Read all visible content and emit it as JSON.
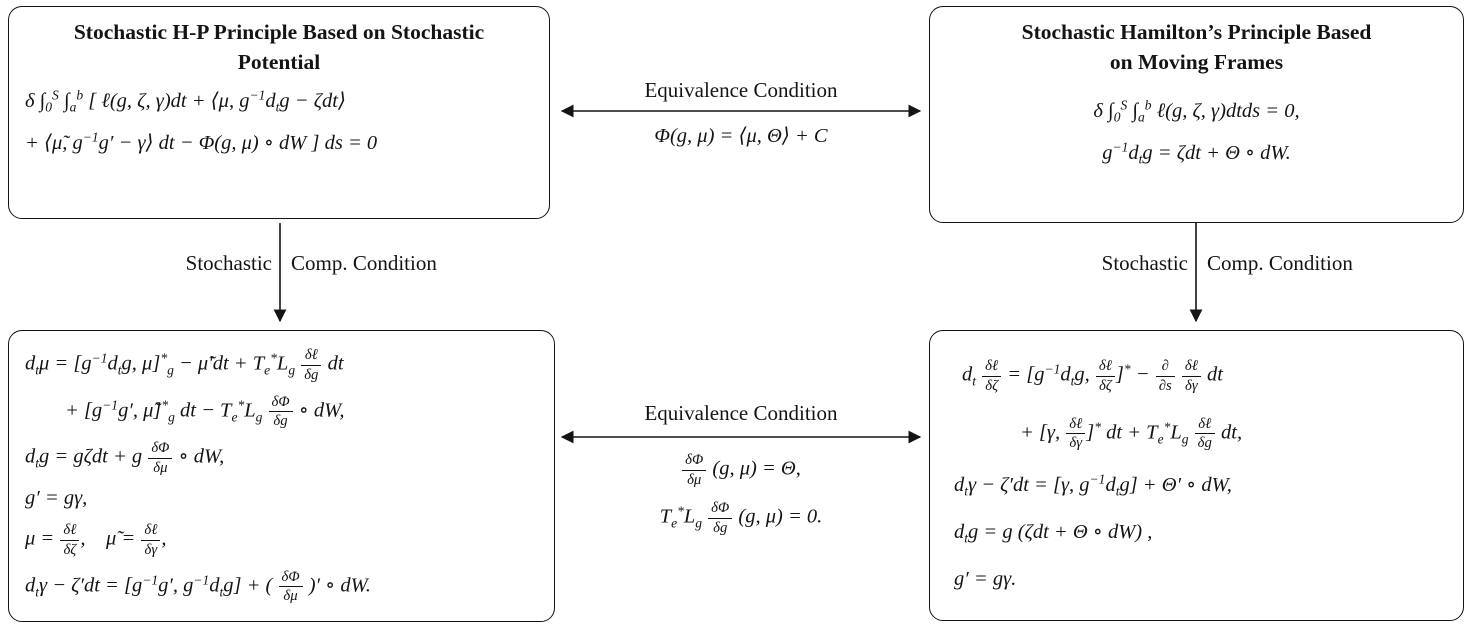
{
  "colors": {
    "ink": "#141414",
    "background": "#ffffff"
  },
  "boxes": {
    "top_left": {
      "title": "Stochastic H-P Principle Based on Stochastic Potential",
      "lines": [
        "δ ∫<sub>0</sub><sup>S</sup> ∫<sub>a</sub><sup>b</sup> [ ℓ(g, ζ, γ)dt + ⟨μ, g<sup>−1</sup>d<sub>t</sub>g − ζdt⟩",
        "+ ⟨μ̃, g<sup>−1</sup>g′ − γ⟩ dt − Φ(g, μ) ∘ dW ] ds = 0"
      ]
    },
    "top_right": {
      "title": "Stochastic Hamilton’s Principle Based on Moving Frames",
      "lines": [
        "δ ∫<sub>0</sub><sup>S</sup> ∫<sub>a</sub><sup>b</sup> ℓ(g, ζ, γ)dtds = 0,",
        "g<sup>−1</sup>d<sub>t</sub>g = ζdt + Θ ∘ dW."
      ]
    },
    "bottom_left": {
      "lines": [
        "d<sub>t</sub>μ = [g<sup>−1</sup>d<sub>t</sub>g, μ]<sup>*</sup><sub>g</sub> − μ̃′dt + T<sub>e</sub><sup>*</sup>L<sub>g</sub> FRAC(δℓ,δg) dt",
        "+ [g<sup>−1</sup>g′, μ̃]<sup>*</sup><sub>g</sub> dt − T<sub>e</sub><sup>*</sup>L<sub>g</sub> FRAC(δΦ,δg) ∘ dW,",
        "d<sub>t</sub>g = gζdt + g FRAC(δΦ,δμ) ∘ dW,",
        "g′ = gγ,",
        "μ = FRAC(δℓ,δζ),&nbsp;&nbsp;&nbsp;&nbsp;μ̃ = FRAC(δℓ,δγ),",
        "d<sub>t</sub>γ − ζ′dt = [g<sup>−1</sup>g′, g<sup>−1</sup>d<sub>t</sub>g] + ( FRAC(δΦ,δμ) )′ ∘ dW."
      ]
    },
    "bottom_right": {
      "lines": [
        "d<sub>t</sub> FRAC(δℓ,δζ) = [g<sup>−1</sup>d<sub>t</sub>g, FRAC(δℓ,δζ)]<sup>*</sup> − FRAC(∂,∂s) FRAC(δℓ,δγ) dt",
        "+ [γ, FRAC(δℓ,δγ)]<sup>*</sup> dt + T<sub>e</sub><sup>*</sup>L<sub>g</sub> FRAC(δℓ,δg) dt,",
        "d<sub>t</sub>γ − ζ′dt = [γ, g<sup>−1</sup>d<sub>t</sub>g] + Θ′ ∘ dW,",
        "d<sub>t</sub>g = g (ζdt + Θ ∘ dW) ,",
        "g′ = gγ."
      ]
    }
  },
  "connectors": {
    "top": {
      "label": "Equivalence Condition",
      "condition_lines": [
        "Φ(g, μ) = ⟨μ, Θ⟩ + C"
      ]
    },
    "bottom": {
      "label": "Equivalence Condition",
      "condition_lines": [
        "FRAC(δΦ,δμ) (g, μ) = Θ,",
        "T<sub>e</sub><sup>*</sup>L<sub>g</sub> FRAC(δΦ,δg) (g, μ) = 0."
      ]
    },
    "left": {
      "word_left": "Stochastic",
      "word_right": "Comp. Condition"
    },
    "right": {
      "word_left": "Stochastic",
      "word_right": "Comp. Condition"
    }
  }
}
